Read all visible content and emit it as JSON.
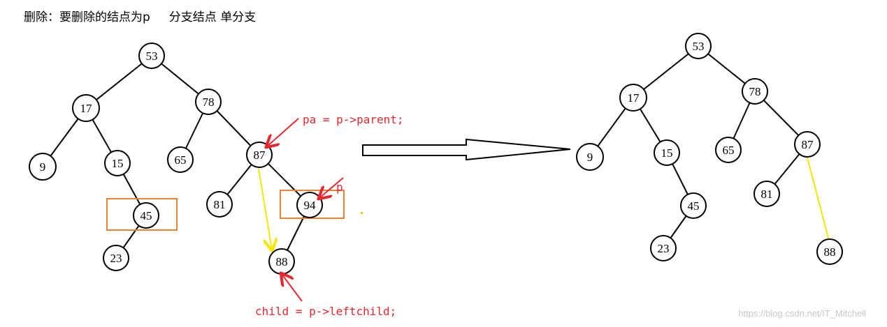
{
  "title": "删除：要删除的结点为p     分支结点 单分支",
  "watermark": "https://blog.csdn.net/IT_Mitchell",
  "colors": {
    "annotation": "#e8262d",
    "highlight_box": "#f07f2f",
    "yellow_link": "#f5e600",
    "black": "#000000"
  },
  "before_tree": {
    "nodes": [
      "53",
      "17",
      "78",
      "9",
      "15",
      "65",
      "87",
      "45",
      "81",
      "94",
      "23",
      "88"
    ],
    "edges": [
      [
        "53",
        "17"
      ],
      [
        "53",
        "78"
      ],
      [
        "17",
        "9"
      ],
      [
        "17",
        "15"
      ],
      [
        "15",
        "45"
      ],
      [
        "45",
        "23"
      ],
      [
        "78",
        "65"
      ],
      [
        "78",
        "87"
      ],
      [
        "87",
        "81"
      ],
      [
        "87",
        "94"
      ],
      [
        "94",
        "88"
      ]
    ],
    "boxed_nodes": [
      "45",
      "94"
    ],
    "yellow_link": [
      "87",
      "88"
    ]
  },
  "after_tree": {
    "nodes": [
      "53",
      "17",
      "78",
      "9",
      "15",
      "65",
      "87",
      "45",
      "81",
      "23",
      "88"
    ],
    "edges": [
      [
        "53",
        "17"
      ],
      [
        "53",
        "78"
      ],
      [
        "17",
        "9"
      ],
      [
        "17",
        "15"
      ],
      [
        "15",
        "45"
      ],
      [
        "45",
        "23"
      ],
      [
        "78",
        "65"
      ],
      [
        "78",
        "87"
      ],
      [
        "87",
        "81"
      ]
    ],
    "yellow_link": [
      "87",
      "88"
    ]
  },
  "annotations": {
    "parent": "pa = p->parent;",
    "p": "p",
    "child": "child = p->leftchild;"
  },
  "icons": {
    "transform_arrow": "hollow-right-arrow-icon",
    "pointer_arrow": "red-pointer-arrow-icon"
  }
}
